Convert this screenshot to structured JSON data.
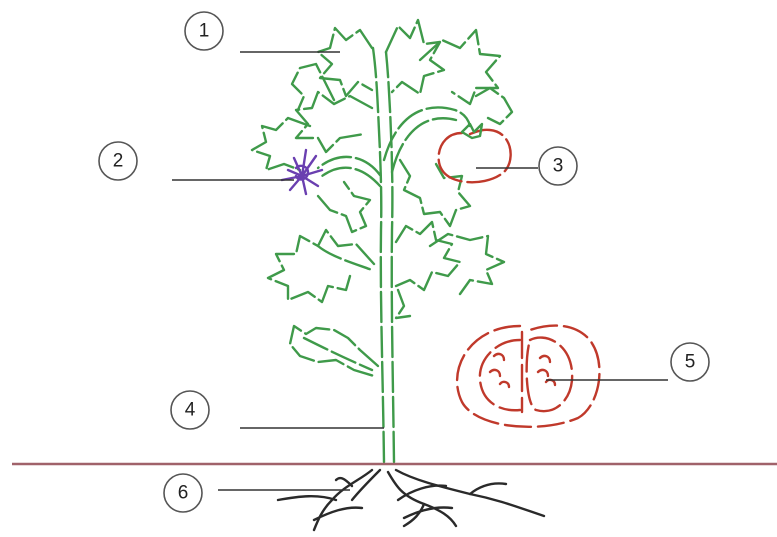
{
  "colors": {
    "stem": "#3f9a4a",
    "leaf": "#3f9a4a",
    "flower": "#6a3fb0",
    "fruit": "#c0392b",
    "ground": "#a0626a",
    "root": "#2a2a2a",
    "label_line": "#333333"
  },
  "labels": [
    {
      "number": "1",
      "part": "leaves"
    },
    {
      "number": "2",
      "part": "flower"
    },
    {
      "number": "3",
      "part": "fruit"
    },
    {
      "number": "4",
      "part": "stem"
    },
    {
      "number": "5",
      "part": "fruit-cross-section"
    },
    {
      "number": "6",
      "part": "roots"
    }
  ]
}
